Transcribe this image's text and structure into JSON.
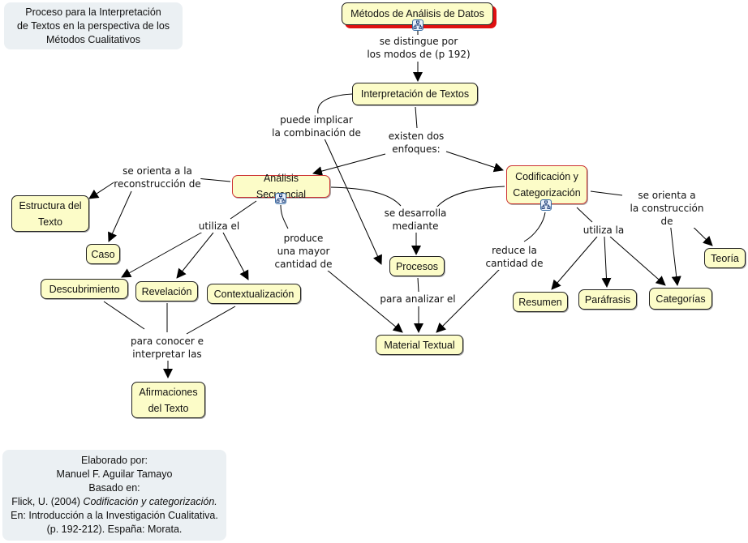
{
  "title_note": {
    "lines": [
      "Proceso para la Interpretación",
      "de Textos en la perspectiva de los",
      "Métodos Cualitativos"
    ]
  },
  "credits_note": {
    "lines": [
      "Elaborado por:",
      "Manuel F. Aguilar Tamayo",
      "Basado en:"
    ],
    "citation_prefix": "Flick, U. (2004) ",
    "citation_title": "Codificación y categorización.",
    "citation_rest": [
      "En: Introducción a la Investigación Cualitativa.",
      "(p. 192-212). España: Morata."
    ]
  },
  "nodes": {
    "metodos": "Métodos de Análisis de Datos",
    "interpretacion": "Interpretación de Textos",
    "analisis": "Análisis Secuencial",
    "codificacion": "Codificación y\nCategorización",
    "estructura": "Estructura del\nTexto",
    "caso": "Caso",
    "descubrimiento": "Descubrimiento",
    "revelacion": "Revelación",
    "contextualizacion": "Contextualización",
    "afirmaciones": "Afirmaciones\ndel Texto",
    "procesos": "Procesos",
    "material": "Material Textual",
    "resumen": "Resumen",
    "parafrasis": "Paráfrasis",
    "categorias": "Categorías",
    "teoria": "Teoría"
  },
  "phrases": {
    "distingue": "se distingue por\nlos modos de  (p 192)",
    "puede": "puede implicar\nla combinación de",
    "existen": "existen dos\nenfoques:",
    "orienta_reconstruccion": "se orienta a la\nreconstrucción de",
    "utiliza_el": "utiliza el",
    "produce": "produce\nuna mayor\ncantidad de",
    "desarrolla": "se desarrolla\nmediante",
    "reduce": "reduce la\ncantidad de",
    "utiliza_la": "utiliza la",
    "orienta_construccion": "se orienta a\nla construcción de",
    "para_analizar": "para analizar el",
    "para_conocer": "para conocer e\ninterpretar las"
  },
  "icons": {
    "submap": "submap-link-icon"
  },
  "colors": {
    "node_fill": "#fcfcc8",
    "highlight_border": "#cc3333",
    "root_shadow": "#e01010",
    "note_fill": "#ebf0f3"
  }
}
